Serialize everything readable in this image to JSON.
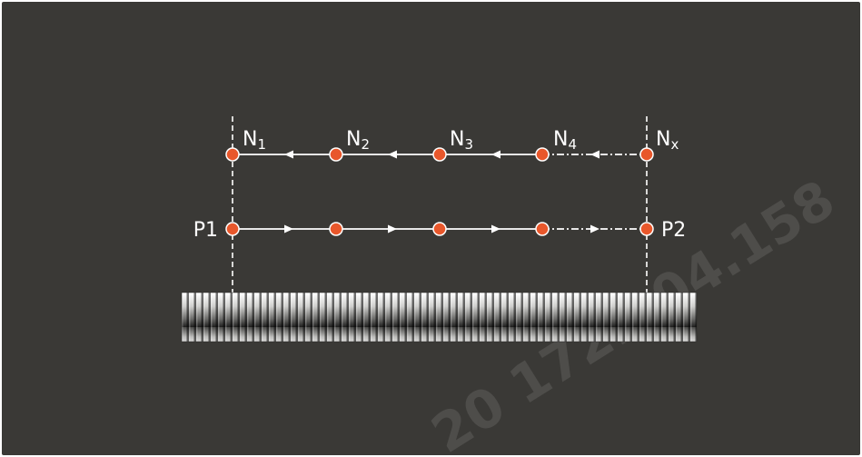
{
  "colors": {
    "background": "#3a3936",
    "frame": "#ffffff",
    "node_fill": "#e8572b",
    "node_stroke": "#ffffff",
    "line": "#ffffff"
  },
  "top_row": {
    "labels": [
      {
        "main": "N",
        "sub": "1"
      },
      {
        "main": "N",
        "sub": "2"
      },
      {
        "main": "N",
        "sub": "3"
      },
      {
        "main": "N",
        "sub": "4"
      },
      {
        "main": "N",
        "sub": "x"
      }
    ],
    "direction": "right-to-left"
  },
  "bottom_row": {
    "start_label": "P1",
    "end_label": "P2",
    "direction": "left-to-right"
  },
  "watermark": "20 172.104.158",
  "icons": {
    "screw": "threaded-rod-icon",
    "arrow": "arrowhead-icon"
  }
}
